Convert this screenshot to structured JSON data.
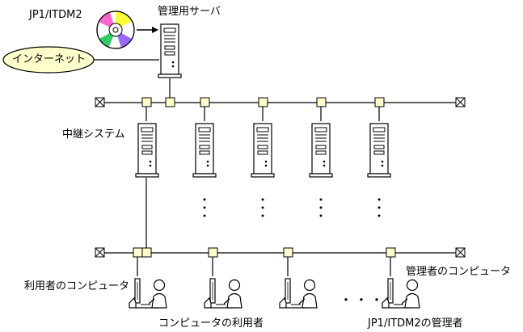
{
  "labels": {
    "software": "JP1/ITDM2",
    "management_server": "管理用サーバ",
    "internet": "インターネット",
    "relay_system": "中継システム",
    "user_computer": "利用者のコンピュータ",
    "admin_computer": "管理者のコンピュータ",
    "computer_users": "コンピュータの利用者",
    "itdm2_admin": "JP1/ITDM2の管理者",
    "ellipsis": "・・・"
  },
  "colors": {
    "node_fill": "#ffffcc",
    "line": "#000000",
    "device_fill": "#ffffff"
  },
  "icons": {
    "disc": "cd-disc-icon",
    "server": "server-tower-icon",
    "pc": "user-workstation-icon",
    "terminator": "network-terminator-icon"
  }
}
